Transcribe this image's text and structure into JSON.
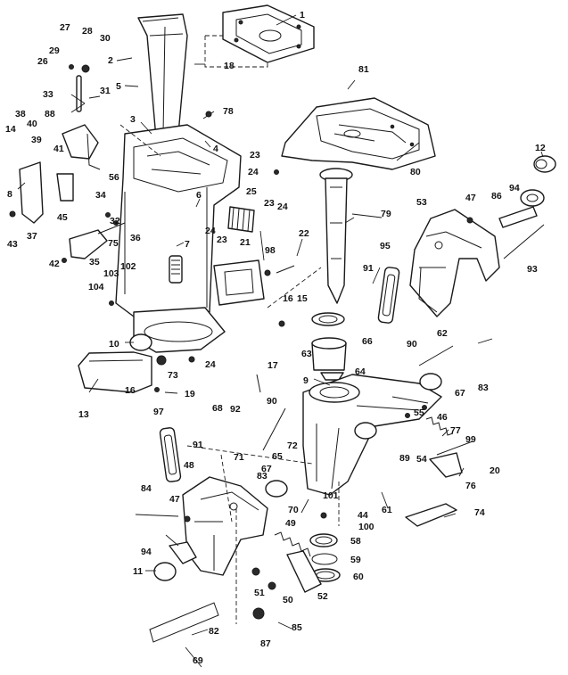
{
  "diagram": {
    "callouts": [
      {
        "id": "c1",
        "label": "1"
      },
      {
        "id": "c2",
        "label": "2"
      },
      {
        "id": "c3",
        "label": "3"
      },
      {
        "id": "c4",
        "label": "4"
      },
      {
        "id": "c5",
        "label": "5"
      },
      {
        "id": "c6",
        "label": "6"
      },
      {
        "id": "c7",
        "label": "7"
      },
      {
        "id": "c8",
        "label": "8"
      },
      {
        "id": "c9",
        "label": "9"
      },
      {
        "id": "c10",
        "label": "10"
      },
      {
        "id": "c11",
        "label": "11"
      },
      {
        "id": "c12",
        "label": "12"
      },
      {
        "id": "c13",
        "label": "13"
      },
      {
        "id": "c14",
        "label": "14"
      },
      {
        "id": "c15",
        "label": "15"
      },
      {
        "id": "c16a",
        "label": "16"
      },
      {
        "id": "c16b",
        "label": "16"
      },
      {
        "id": "c17",
        "label": "17"
      },
      {
        "id": "c18",
        "label": "18"
      },
      {
        "id": "c19",
        "label": "19"
      },
      {
        "id": "c20",
        "label": "20"
      },
      {
        "id": "c21",
        "label": "21"
      },
      {
        "id": "c22",
        "label": "22"
      },
      {
        "id": "c23a",
        "label": "23"
      },
      {
        "id": "c23b",
        "label": "23"
      },
      {
        "id": "c23c",
        "label": "23"
      },
      {
        "id": "c24a",
        "label": "24"
      },
      {
        "id": "c24b",
        "label": "24"
      },
      {
        "id": "c24c",
        "label": "24"
      },
      {
        "id": "c24d",
        "label": "24"
      },
      {
        "id": "c25",
        "label": "25"
      },
      {
        "id": "c26",
        "label": "26"
      },
      {
        "id": "c27",
        "label": "27"
      },
      {
        "id": "c28",
        "label": "28"
      },
      {
        "id": "c29",
        "label": "29"
      },
      {
        "id": "c30",
        "label": "30"
      },
      {
        "id": "c31",
        "label": "31"
      },
      {
        "id": "c32",
        "label": "32"
      },
      {
        "id": "c33",
        "label": "33"
      },
      {
        "id": "c34",
        "label": "34"
      },
      {
        "id": "c35",
        "label": "35"
      },
      {
        "id": "c36",
        "label": "36"
      },
      {
        "id": "c37",
        "label": "37"
      },
      {
        "id": "c38",
        "label": "38"
      },
      {
        "id": "c39",
        "label": "39"
      },
      {
        "id": "c40",
        "label": "40"
      },
      {
        "id": "c41",
        "label": "41"
      },
      {
        "id": "c42",
        "label": "42"
      },
      {
        "id": "c43",
        "label": "43"
      },
      {
        "id": "c44",
        "label": "44"
      },
      {
        "id": "c45",
        "label": "45"
      },
      {
        "id": "c46",
        "label": "46"
      },
      {
        "id": "c47a",
        "label": "47"
      },
      {
        "id": "c47b",
        "label": "47"
      },
      {
        "id": "c48",
        "label": "48"
      },
      {
        "id": "c49",
        "label": "49"
      },
      {
        "id": "c50",
        "label": "50"
      },
      {
        "id": "c51",
        "label": "51"
      },
      {
        "id": "c52",
        "label": "52"
      },
      {
        "id": "c53",
        "label": "53"
      },
      {
        "id": "c54",
        "label": "54"
      },
      {
        "id": "c55",
        "label": "55"
      },
      {
        "id": "c56",
        "label": "56"
      },
      {
        "id": "c58",
        "label": "58"
      },
      {
        "id": "c59",
        "label": "59"
      },
      {
        "id": "c60",
        "label": "60"
      },
      {
        "id": "c61",
        "label": "61"
      },
      {
        "id": "c62",
        "label": "62"
      },
      {
        "id": "c63",
        "label": "63"
      },
      {
        "id": "c64",
        "label": "64"
      },
      {
        "id": "c65",
        "label": "65"
      },
      {
        "id": "c66",
        "label": "66"
      },
      {
        "id": "c67a",
        "label": "67"
      },
      {
        "id": "c67b",
        "label": "67"
      },
      {
        "id": "c68",
        "label": "68"
      },
      {
        "id": "c69",
        "label": "69"
      },
      {
        "id": "c70",
        "label": "70"
      },
      {
        "id": "c71",
        "label": "71"
      },
      {
        "id": "c72",
        "label": "72"
      },
      {
        "id": "c73",
        "label": "73"
      },
      {
        "id": "c74",
        "label": "74"
      },
      {
        "id": "c75",
        "label": "75"
      },
      {
        "id": "c76",
        "label": "76"
      },
      {
        "id": "c77",
        "label": "77"
      },
      {
        "id": "c78",
        "label": "78"
      },
      {
        "id": "c79",
        "label": "79"
      },
      {
        "id": "c80",
        "label": "80"
      },
      {
        "id": "c81",
        "label": "81"
      },
      {
        "id": "c82",
        "label": "82"
      },
      {
        "id": "c83a",
        "label": "83"
      },
      {
        "id": "c83b",
        "label": "83"
      },
      {
        "id": "c84",
        "label": "84"
      },
      {
        "id": "c85",
        "label": "85"
      },
      {
        "id": "c86",
        "label": "86"
      },
      {
        "id": "c87",
        "label": "87"
      },
      {
        "id": "c88",
        "label": "88"
      },
      {
        "id": "c89",
        "label": "89"
      },
      {
        "id": "c90a",
        "label": "90"
      },
      {
        "id": "c90b",
        "label": "90"
      },
      {
        "id": "c91a",
        "label": "91"
      },
      {
        "id": "c91b",
        "label": "91"
      },
      {
        "id": "c92",
        "label": "92"
      },
      {
        "id": "c93",
        "label": "93"
      },
      {
        "id": "c94a",
        "label": "94"
      },
      {
        "id": "c94b",
        "label": "94"
      },
      {
        "id": "c95",
        "label": "95"
      },
      {
        "id": "c97",
        "label": "97"
      },
      {
        "id": "c98",
        "label": "98"
      },
      {
        "id": "c99",
        "label": "99"
      },
      {
        "id": "c100",
        "label": "100"
      },
      {
        "id": "c101",
        "label": "101"
      },
      {
        "id": "c102",
        "label": "102"
      },
      {
        "id": "c103",
        "label": "103"
      },
      {
        "id": "c104",
        "label": "104"
      }
    ]
  }
}
